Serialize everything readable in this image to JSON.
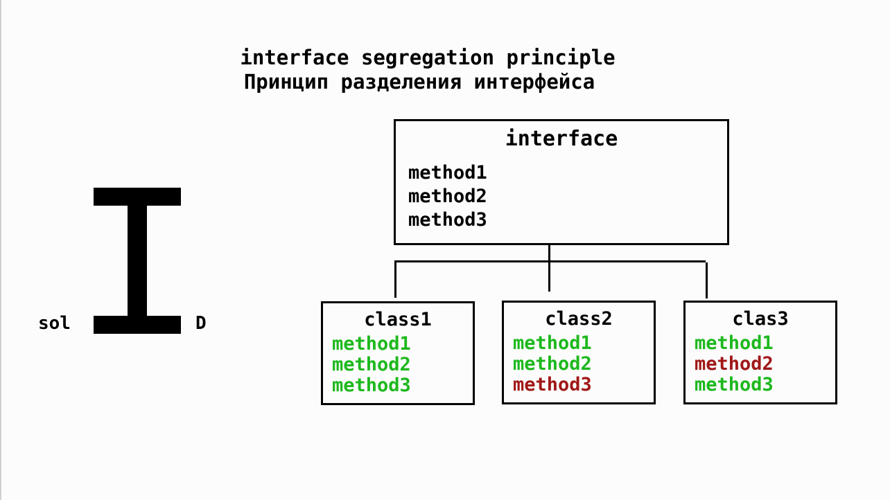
{
  "title": {
    "english": "interface segregation principle",
    "russian": "Принцип разделения интерфейса"
  },
  "acronym": {
    "letter": "I",
    "left_text": "sol",
    "right_text": "D"
  },
  "interface": {
    "name": "interface",
    "methods": [
      "method1",
      "method2",
      "method3"
    ]
  },
  "classes": [
    {
      "name": "class1",
      "methods": [
        {
          "label": "method1",
          "status": "used"
        },
        {
          "label": "method2",
          "status": "used"
        },
        {
          "label": "method3",
          "status": "used"
        }
      ]
    },
    {
      "name": "class2",
      "methods": [
        {
          "label": "method1",
          "status": "used"
        },
        {
          "label": "method2",
          "status": "used"
        },
        {
          "label": "method3",
          "status": "unused"
        }
      ]
    },
    {
      "name": "clas3",
      "methods": [
        {
          "label": "method1",
          "status": "used"
        },
        {
          "label": "method2",
          "status": "unused"
        },
        {
          "label": "method3",
          "status": "used"
        }
      ]
    }
  ],
  "colors": {
    "used": "#1db81d",
    "unused": "#a01818",
    "line": "#000000",
    "background": "#fcfcfc"
  }
}
